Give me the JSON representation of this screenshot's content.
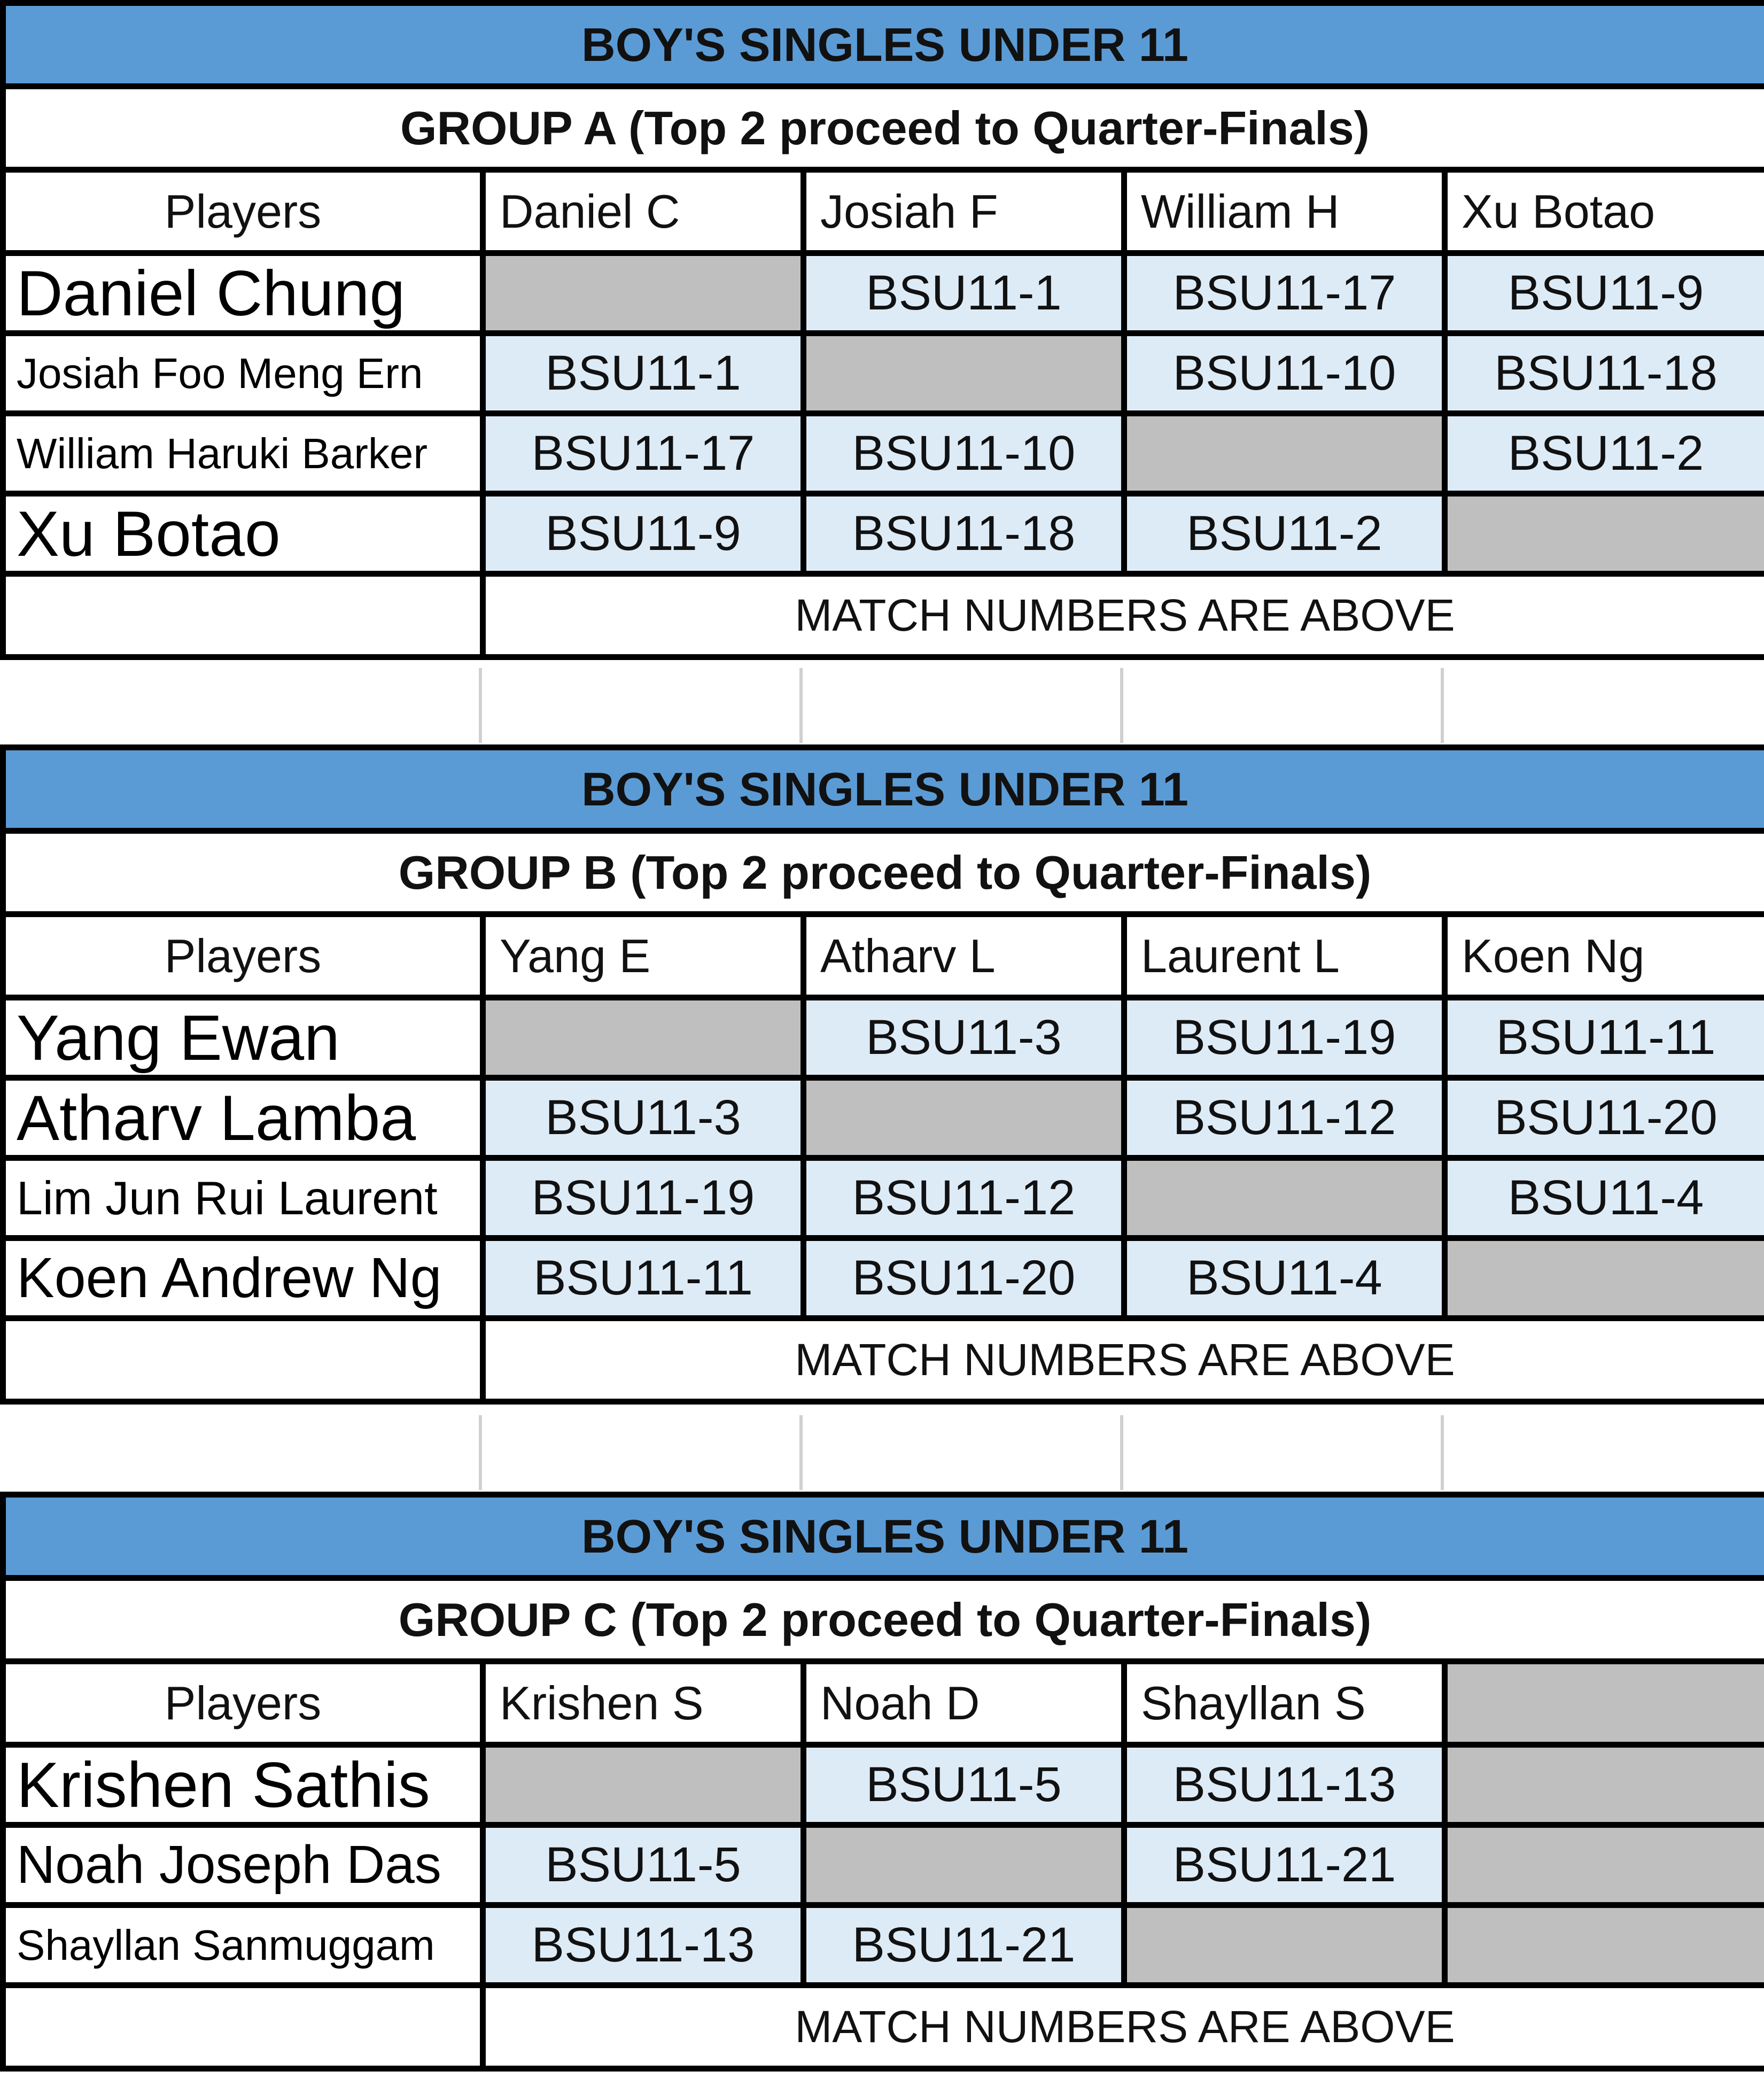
{
  "event_title": "BOY'S SINGLES UNDER 11",
  "footer_text": "MATCH NUMBERS ARE ABOVE",
  "players_header": "Players",
  "groups": [
    {
      "title": "GROUP A (Top 2 proceed to Quarter-Finals)",
      "columns": [
        "Daniel C",
        "Josiah F",
        "William H",
        "Xu Botao"
      ],
      "rows": [
        {
          "name": "Daniel Chung",
          "cells": [
            "",
            "BSU11-1",
            "BSU11-17",
            "BSU11-9"
          ]
        },
        {
          "name": "Josiah Foo Meng Ern",
          "cells": [
            "BSU11-1",
            "",
            "BSU11-10",
            "BSU11-18"
          ]
        },
        {
          "name": "William Haruki Barker",
          "cells": [
            "BSU11-17",
            "BSU11-10",
            "",
            "BSU11-2"
          ]
        },
        {
          "name": "Xu Botao",
          "cells": [
            "BSU11-9",
            "BSU11-18",
            "BSU11-2",
            ""
          ]
        }
      ]
    },
    {
      "title": "GROUP B (Top 2 proceed to Quarter-Finals)",
      "columns": [
        "Yang E",
        "Atharv L",
        "Laurent L",
        "Koen Ng"
      ],
      "rows": [
        {
          "name": "Yang Ewan",
          "cells": [
            "",
            "BSU11-3",
            "BSU11-19",
            "BSU11-11"
          ]
        },
        {
          "name": "Atharv Lamba",
          "cells": [
            "BSU11-3",
            "",
            "BSU11-12",
            "BSU11-20"
          ]
        },
        {
          "name": "Lim Jun Rui Laurent",
          "cells": [
            "BSU11-19",
            "BSU11-12",
            "",
            "BSU11-4"
          ]
        },
        {
          "name": "Koen Andrew Ng",
          "cells": [
            "BSU11-11",
            "BSU11-20",
            "BSU11-4",
            ""
          ]
        }
      ]
    },
    {
      "title": "GROUP C (Top 2 proceed to Quarter-Finals)",
      "columns": [
        "Krishen S",
        "Noah D",
        "Shayllan S",
        ""
      ],
      "rows": [
        {
          "name": "Krishen Sathis",
          "cells": [
            "",
            "BSU11-5",
            "BSU11-13",
            ""
          ]
        },
        {
          "name": "Noah Joseph Das",
          "cells": [
            "BSU11-5",
            "",
            "BSU11-21",
            ""
          ]
        },
        {
          "name": "Shayllan Sanmuggam",
          "cells": [
            "BSU11-13",
            "BSU11-21",
            "",
            ""
          ]
        }
      ]
    }
  ]
}
